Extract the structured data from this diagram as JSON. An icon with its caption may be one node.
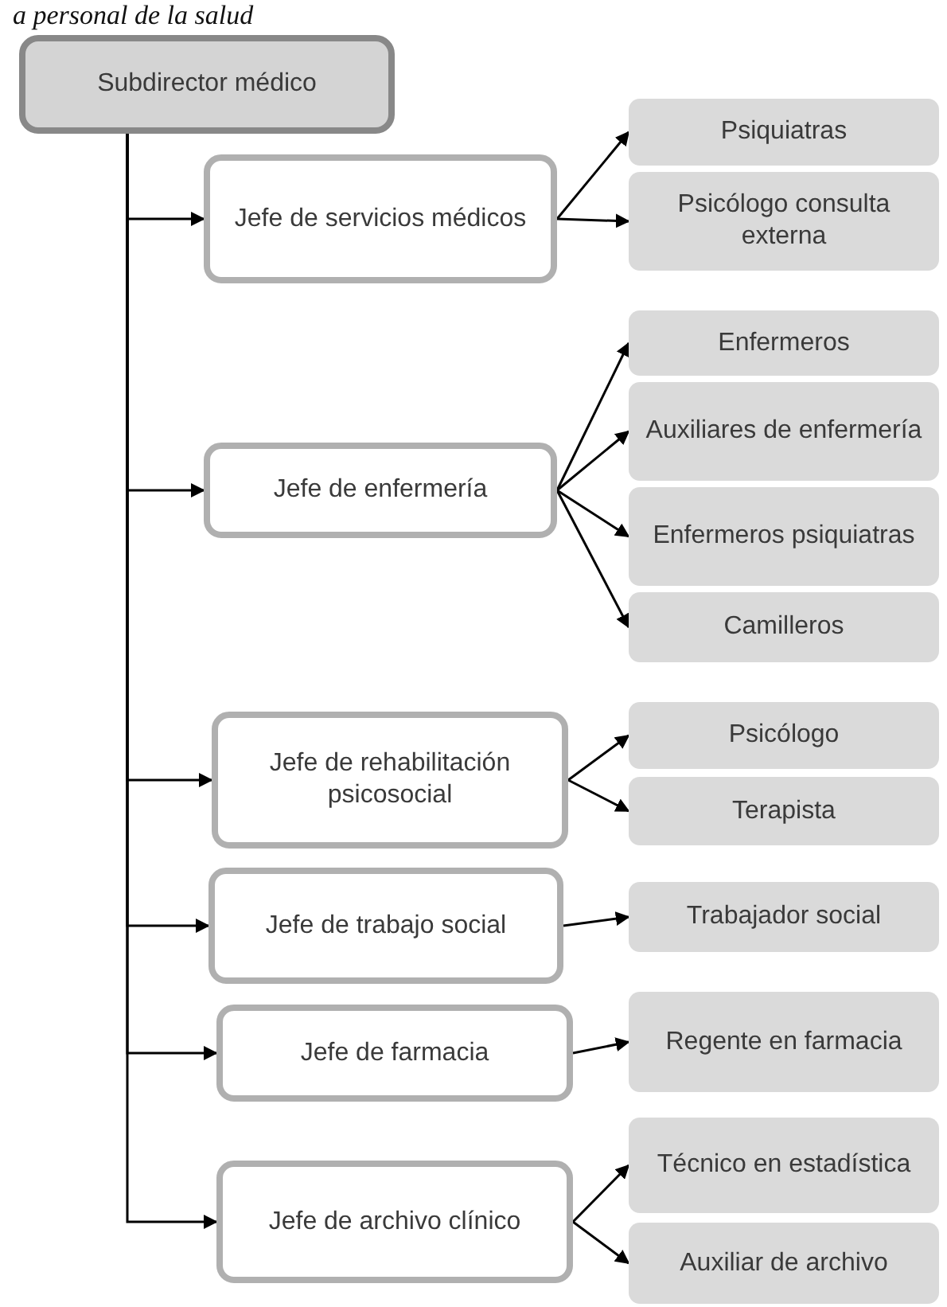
{
  "diagram": {
    "nodes": [
      {
        "text": [
          "Subdirector médico"
        ]
      },
      {
        "text": [
          "Jefe de servicios médicos"
        ]
      },
      {
        "text": [
          "Psiquiatras"
        ]
      },
      {
        "text": [
          "Psicólogo consulta externa"
        ]
      },
      {
        "text": [
          "Jefe de enfermería"
        ]
      },
      {
        "text": [
          "Enfermeros"
        ]
      },
      {
        "text": [
          "Auxiliares de enfermería"
        ]
      },
      {
        "text": [
          "Enfermeros psiquiatras"
        ]
      },
      {
        "text": [
          "Camilleros"
        ]
      },
      {
        "text": [
          "Jefe de rehabilitación psicosocial"
        ]
      },
      {
        "text": [
          "Psicólogo"
        ]
      },
      {
        "text": [
          "Terapista"
        ]
      },
      {
        "text": [
          "Jefe de trabajo social"
        ]
      },
      {
        "text": [
          "Trabajador social"
        ]
      },
      {
        "text": [
          "Jefe de farmacia"
        ]
      },
      {
        "text": [
          "Regente en farmacia"
        ]
      },
      {
        "text": [
          "Jefe de archivo clínico"
        ]
      },
      {
        "text": [
          "Técnico en estadística"
        ]
      },
      {
        "text": [
          "Auxiliar de archivo"
        ]
      }
    ],
    "edges": [
      {
        "from": 0,
        "to": 1,
        "arrow": "to"
      },
      {
        "from": 1,
        "to": 2,
        "arrow": "to"
      },
      {
        "from": 1,
        "to": 3,
        "arrow": "to"
      },
      {
        "from": 0,
        "to": 4,
        "arrow": "to"
      },
      {
        "from": 4,
        "to": 5,
        "arrow": "to"
      },
      {
        "from": 4,
        "to": 6,
        "arrow": "to"
      },
      {
        "from": 4,
        "to": 7,
        "arrow": "to"
      },
      {
        "from": 4,
        "to": 8,
        "arrow": "to"
      },
      {
        "from": 0,
        "to": 9,
        "arrow": "to"
      },
      {
        "from": 9,
        "to": 10,
        "arrow": "to"
      },
      {
        "from": 9,
        "to": 11,
        "arrow": "to"
      },
      {
        "from": 0,
        "to": 12,
        "arrow": "to"
      },
      {
        "from": 12,
        "to": 13,
        "arrow": "to"
      },
      {
        "from": 0,
        "to": 14,
        "arrow": "to"
      },
      {
        "from": 14,
        "to": 15,
        "arrow": "to"
      },
      {
        "from": 0,
        "to": 16,
        "arrow": "to"
      },
      {
        "from": 16,
        "to": 17,
        "arrow": "to"
      },
      {
        "from": 16,
        "to": 18,
        "arrow": "to"
      }
    ],
    "labels": [
      "a personal de la salud"
    ]
  }
}
